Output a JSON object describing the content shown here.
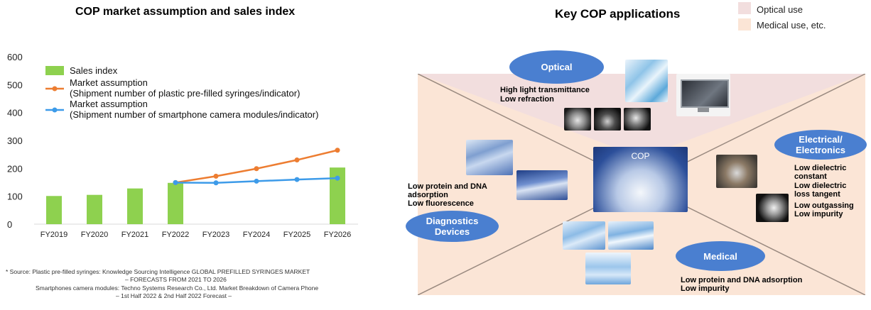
{
  "left_title": "COP market assumption and sales index",
  "right_title": "Key COP applications",
  "legend_key": {
    "optical": {
      "label": "Optical use",
      "color": "#f2dede"
    },
    "medical": {
      "label": "Medical use, etc.",
      "color": "#fbe5d6"
    }
  },
  "chart_data": {
    "type": "bar",
    "title": "COP market assumption and sales index",
    "categories": [
      "FY2019",
      "FY2020",
      "FY2021",
      "FY2022",
      "FY2023",
      "FY2024",
      "FY2025",
      "FY2026"
    ],
    "ylim": [
      0,
      600
    ],
    "yticks": [
      "600",
      "500",
      "400",
      "300",
      "200",
      "100",
      "0"
    ],
    "grid": false,
    "legend_position": "top-left",
    "series": [
      {
        "name": "Sales index",
        "kind": "bar",
        "color": "#8ed14f",
        "values": [
          101,
          105,
          128,
          148,
          null,
          null,
          null,
          203
        ]
      },
      {
        "name": "Market assumption\n(Shipment number of plastic pre-filled syringes/indicator)",
        "kind": "line",
        "color": "#ed7d31",
        "values": [
          null,
          null,
          null,
          149,
          172,
          199,
          230,
          265
        ]
      },
      {
        "name": "Market assumption\n(Shipment number of smartphone camera modules/indicator)",
        "kind": "line",
        "color": "#3d9be9",
        "values": [
          null,
          null,
          null,
          149,
          148,
          154,
          160,
          165
        ]
      }
    ],
    "legend": [
      {
        "lines": [
          "Sales index"
        ]
      },
      {
        "lines": [
          "Market assumption",
          "(Shipment number of plastic pre-filled syringes/indicator)"
        ]
      },
      {
        "lines": [
          "Market assumption",
          "(Shipment number of smartphone camera modules/indicator)"
        ]
      }
    ]
  },
  "source_note": [
    "* Source: Plastic pre-filled syringes: Knowledge Sourcing Intelligence GLOBAL PREFILLED SYRINGES MARKET",
    "– FORECASTS FROM 2021 TO 2026",
    "Smartphones camera modules: Techno Systems Research Co., Ltd. Market Breakdown of Camera Phone",
    "– 1st Half 2022 & 2nd Half 2022 Forecast –"
  ],
  "diagram": {
    "center_label": "COP",
    "optical": {
      "label": "Optical",
      "props": [
        "High light transmittance",
        "Low refraction"
      ]
    },
    "electrical": {
      "label_lines": [
        "Electrical/",
        "Electronics"
      ],
      "props": [
        "Low dielectric",
        "constant",
        "Low dielectric",
        "loss tangent",
        "Low outgassing",
        "Low impurity"
      ]
    },
    "medical": {
      "label": "Medical",
      "props": [
        "Low protein and DNA adsorption",
        "Low impurity"
      ]
    },
    "diagnostics": {
      "label_lines": [
        "Diagnostics",
        "Devices"
      ],
      "props": [
        "Low protein and DNA",
        "adsorption",
        "Low fluorescence"
      ]
    }
  }
}
